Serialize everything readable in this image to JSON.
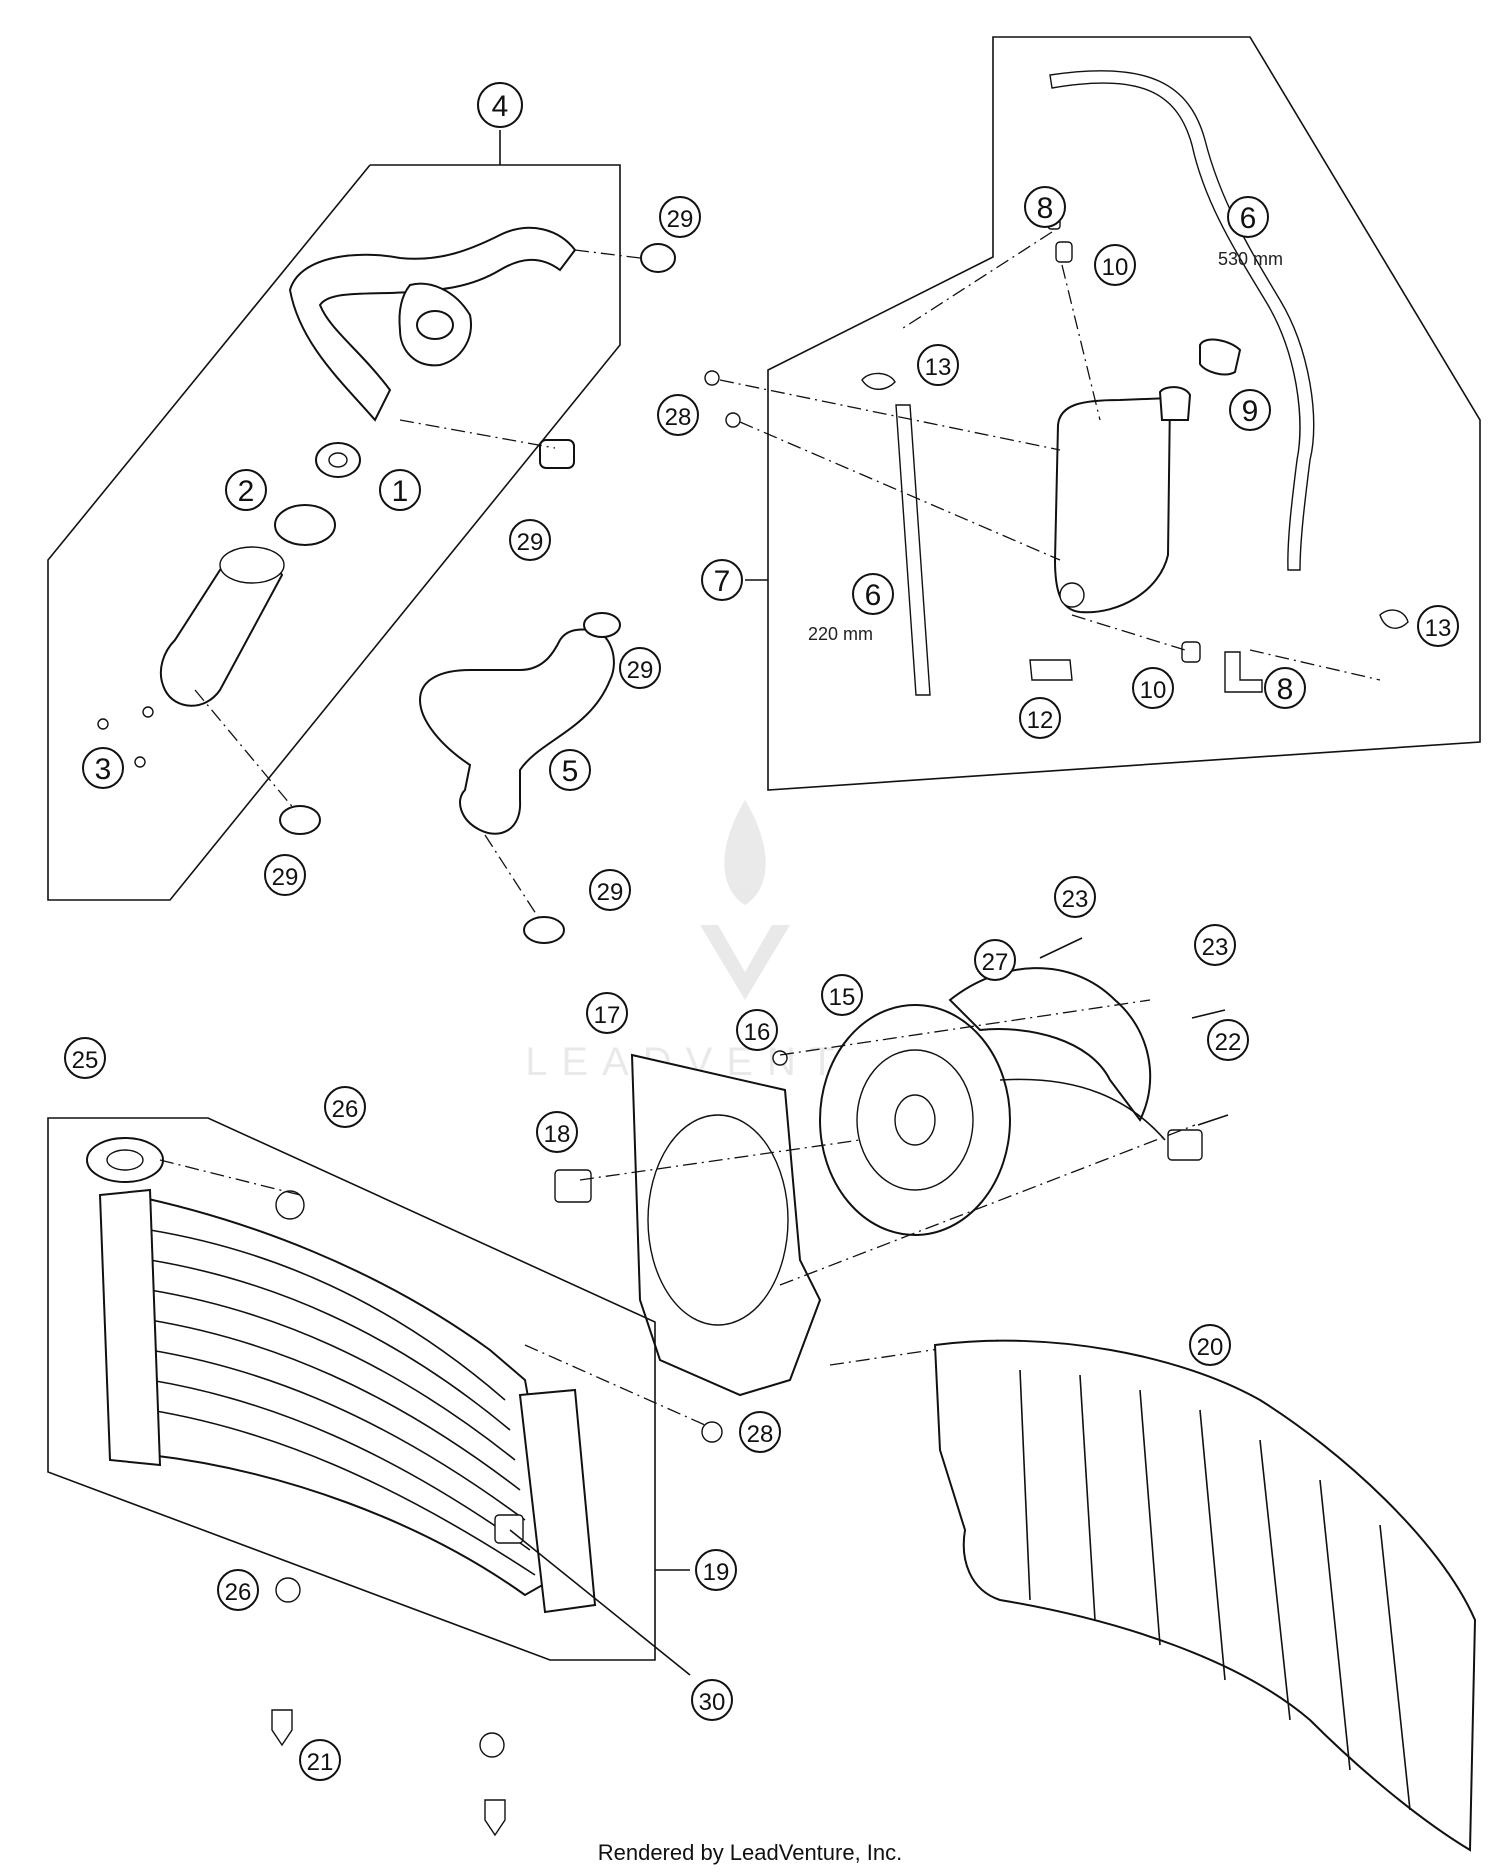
{
  "callouts": [
    {
      "id": "c1",
      "label": "1"
    },
    {
      "id": "c2",
      "label": "2"
    },
    {
      "id": "c3",
      "label": "3"
    },
    {
      "id": "c4",
      "label": "4"
    },
    {
      "id": "c5",
      "label": "5"
    },
    {
      "id": "c6a",
      "label": "6"
    },
    {
      "id": "c6b",
      "label": "6"
    },
    {
      "id": "c7",
      "label": "7"
    },
    {
      "id": "c8a",
      "label": "8"
    },
    {
      "id": "c8b",
      "label": "8"
    },
    {
      "id": "c9",
      "label": "9"
    },
    {
      "id": "c10a",
      "label": "10"
    },
    {
      "id": "c10b",
      "label": "10"
    },
    {
      "id": "c12",
      "label": "12"
    },
    {
      "id": "c13a",
      "label": "13"
    },
    {
      "id": "c13b",
      "label": "13"
    },
    {
      "id": "c15",
      "label": "15"
    },
    {
      "id": "c16",
      "label": "16"
    },
    {
      "id": "c17",
      "label": "17"
    },
    {
      "id": "c18",
      "label": "18"
    },
    {
      "id": "c19",
      "label": "19"
    },
    {
      "id": "c20",
      "label": "20"
    },
    {
      "id": "c21",
      "label": "21"
    },
    {
      "id": "c22",
      "label": "22"
    },
    {
      "id": "c23a",
      "label": "23"
    },
    {
      "id": "c23b",
      "label": "23"
    },
    {
      "id": "c25",
      "label": "25"
    },
    {
      "id": "c26a",
      "label": "26"
    },
    {
      "id": "c26b",
      "label": "26"
    },
    {
      "id": "c27",
      "label": "27"
    },
    {
      "id": "c28a",
      "label": "28"
    },
    {
      "id": "c28b",
      "label": "28"
    },
    {
      "id": "c29a",
      "label": "29"
    },
    {
      "id": "c29b",
      "label": "29"
    },
    {
      "id": "c29c",
      "label": "29"
    },
    {
      "id": "c29d",
      "label": "29"
    },
    {
      "id": "c29e",
      "label": "29"
    },
    {
      "id": "c30",
      "label": "30"
    }
  ],
  "dimensions": {
    "hose_long": "530 mm",
    "hose_short": "220 mm"
  },
  "watermark": "LEADVENTURE",
  "footer": "Rendered by LeadVenture, Inc."
}
